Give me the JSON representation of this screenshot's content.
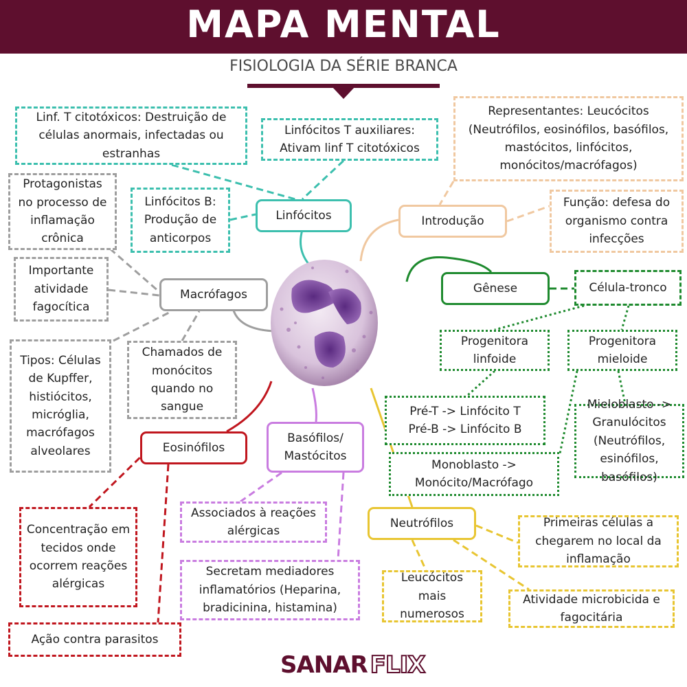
{
  "header": {
    "title": "MAPA MENTAL",
    "subtitle": "FISIOLOGIA DA SÉRIE BRANCA"
  },
  "colors": {
    "brand": "#5e0f2e",
    "linfocitos": "#3cbfae",
    "introducao": "#f0c8a0",
    "genese": "#1e8a2e",
    "macrofagos": "#9e9e9e",
    "eosinofilos": "#c0161e",
    "basofilos": "#c97ce0",
    "neutrofilos": "#e8c531"
  },
  "nodes": {
    "linfocitos": "Linfócitos",
    "macrofagos": "Macrófagos",
    "eosinofilos": "Eosinófilos",
    "basofilos": "Basófilos/ Mastócitos",
    "neutrofilos": "Neutrófilos",
    "introducao": "Introdução",
    "genese": "Gênese"
  },
  "linfocitos": {
    "t_citotoxicos": "Linf. T citotóxicos:  Destruição de células anormais, infectadas ou estranhas",
    "t_auxiliares": "Linfócitos T auxiliares: Ativam linf T citotóxicos",
    "b": "Linfócitos B: Produção de anticorpos"
  },
  "macrofagos": {
    "protagonistas": "Protagonistas no processo de inflamação crônica",
    "importante": "Importante atividade fagocítica",
    "tipos": "Tipos: Células de Kupffer, histiócitos, micróglia, macrófagos alveolares",
    "chamados": "Chamados de monócitos quando no sangue"
  },
  "eosinofilos": {
    "concentracao": "Concentração em tecidos onde ocorrem reações alérgicas",
    "acao": "Ação contra parasitos"
  },
  "basofilos": {
    "associados": "Associados à reações alérgicas",
    "secretam": "Secretam mediadores inflamatórios (Heparina, bradicinina, histamina)"
  },
  "neutrofilos": {
    "mais_numerosos": "Leucócitos mais numerosos",
    "primeiras": "Primeiras células a chegarem no local da inflamação",
    "atividade": "Atividade microbicida e fagocitária"
  },
  "introducao": {
    "representantes": "Representantes: Leucócitos (Neutrófilos, eosinófilos, basófilos, mastócitos, linfócitos, monócitos/macrófagos)",
    "funcao": "Função: defesa do organismo contra infecções"
  },
  "genese": {
    "celula_tronco": "Célula-tronco",
    "prog_linfoide": "Progenitora linfoide",
    "prog_mieloide": "Progenitora mieloide",
    "pre_t_b": "Pré-T -> Linfócito T Pré-B -> Linfócito B",
    "monoblasto": "Monoblasto -> Monócito/Macrófago",
    "mieloblasto": "Mieloblasto -> Granulócitos (Neutrófilos, esinófilos, basófilos)"
  },
  "logo": {
    "part1": "SANAR",
    "part2": "FLIX"
  }
}
